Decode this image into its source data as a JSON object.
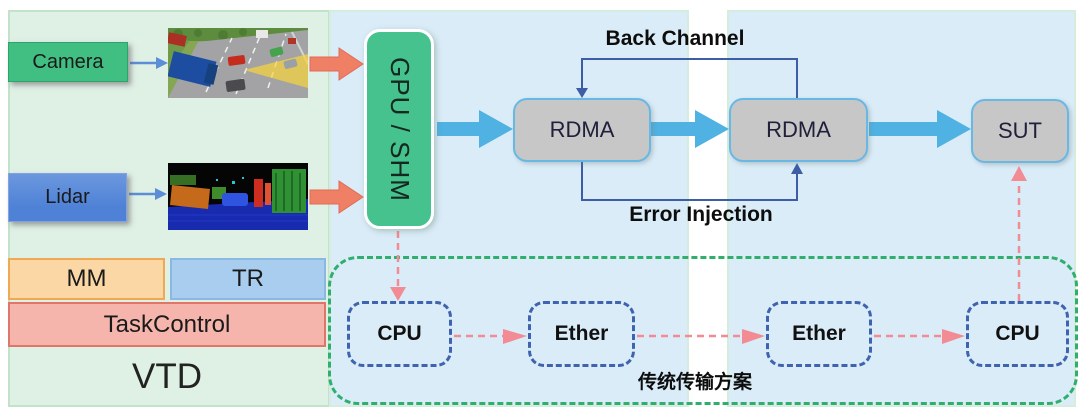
{
  "colors": {
    "panel_green": "#dff0e5",
    "panel_green_border": "#c2e2cc",
    "panel_blue": "#d9ecf8",
    "panel_blue_border": "#d5eddc",
    "camera_green": "#41bf83",
    "lidar_blue": "#4f82d6",
    "mm_fill": "#fcd7a6",
    "mm_border": "#f0a852",
    "tr_fill": "#a9cdee",
    "tr_border": "#8bb8e2",
    "task_fill": "#f6b5ac",
    "task_border": "#e0756a",
    "gpu_green": "#45c28d",
    "gray_fill": "#c7c7c7",
    "gray_border": "#68b8e6",
    "arrow_blue": "#4fb2e2",
    "arrow_salmon": "#ef8066",
    "thin_blue": "#5b8dd9",
    "line_navy": "#3d5ea6",
    "dash_green": "#2fae6c",
    "dash_navy": "#3f63ae",
    "dash_pink": "#f28b93",
    "text_dark": "#1a1a1a"
  },
  "vtd_panel": {
    "camera_label": "Camera",
    "lidar_label": "Lidar",
    "mm_label": "MM",
    "tr_label": "TR",
    "task_control_label": "TaskControl",
    "panel_label": "VTD"
  },
  "pipeline": {
    "gpu_shm_label": "GPU / SHM",
    "rdma_left_label": "RDMA",
    "rdma_right_label": "RDMA",
    "sut_label": "SUT",
    "back_channel_label": "Back Channel",
    "error_injection_label": "Error Injection"
  },
  "traditional_path": {
    "cpu_left_label": "CPU",
    "ether_left_label": "Ether",
    "ether_right_label": "Ether",
    "cpu_right_label": "CPU",
    "caption": "传统传输方案"
  }
}
